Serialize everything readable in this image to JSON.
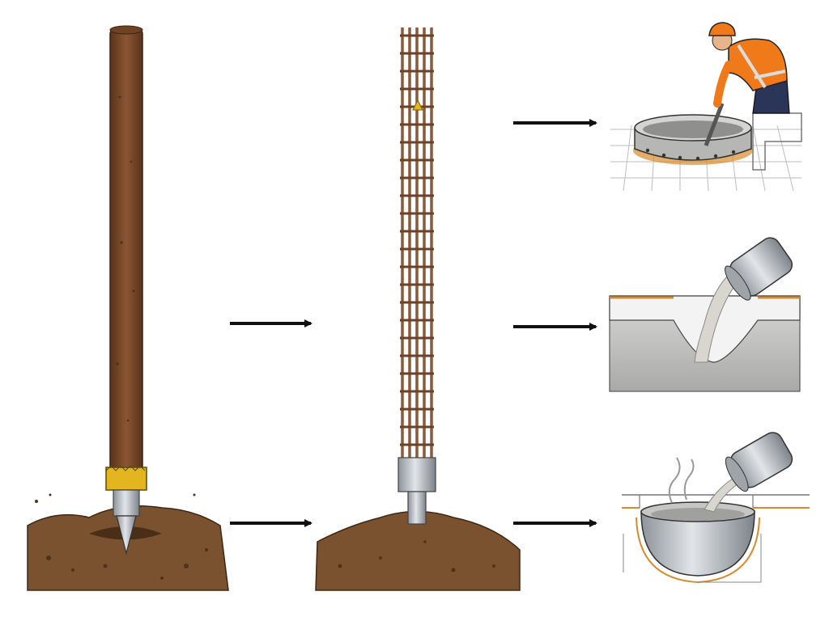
{
  "diagram": {
    "steps": [
      {
        "id": "drill",
        "depicts": "drill-rod-in-soil"
      },
      {
        "id": "cage",
        "depicts": "rebar-cage-on-casing"
      },
      {
        "id": "ring",
        "depicts": "worker-setting-ring-form"
      },
      {
        "id": "pour",
        "depicts": "concrete-pouring-into-trench"
      },
      {
        "id": "fill",
        "depicts": "concrete-filling-bowl-form"
      }
    ],
    "arrows": [
      {
        "from": "drill",
        "to": "cage"
      },
      {
        "from": "drill",
        "to": "cage"
      },
      {
        "from": "cage",
        "to": "ring"
      },
      {
        "from": "cage",
        "to": "pour"
      },
      {
        "from": "cage",
        "to": "fill"
      }
    ],
    "colors": {
      "soil": "#7a5230",
      "rod": "#7b4a2a",
      "rebar": "#8a5a3c",
      "steel": "#b7bcc2",
      "collar": "#e3b51f",
      "concrete": "#c9c9c6",
      "worker_vest": "#f07a1a",
      "helmet": "#f07a1a",
      "arrow": "#111111"
    }
  }
}
